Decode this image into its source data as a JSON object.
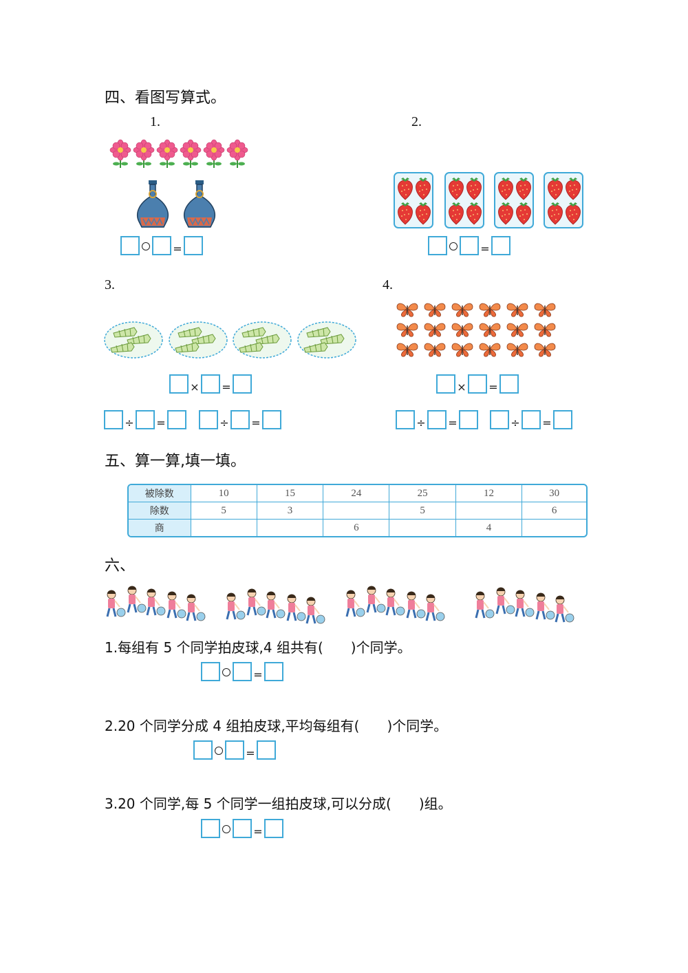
{
  "section4": {
    "title": "四、看图写算式。",
    "items": [
      "1.",
      "2.",
      "3.",
      "4."
    ]
  },
  "symbols": {
    "times": "×",
    "divide": "÷",
    "equals": "="
  },
  "section5": {
    "title": "五、算一算,填一填。",
    "row_headers": [
      "被除数",
      "除数",
      "商"
    ],
    "dividend": [
      "10",
      "15",
      "24",
      "25",
      "12",
      "30"
    ],
    "divisor": [
      "5",
      "3",
      "",
      "5",
      "",
      "6"
    ],
    "quotient": [
      "",
      "",
      "6",
      "",
      "4",
      ""
    ]
  },
  "section6": {
    "title": "六、",
    "questions": [
      "1.每组有 5 个同学拍皮球,4 组共有(　　)个同学。",
      "2.20 个同学分成 4 组拍皮球,平均每组有(　　)个同学。",
      "3.20 个同学,每 5 个同学一组拍皮球,可以分成(　　)组。"
    ]
  },
  "colors": {
    "box_border": "#3fa9d8",
    "table_header_fill": "#d7effa"
  }
}
